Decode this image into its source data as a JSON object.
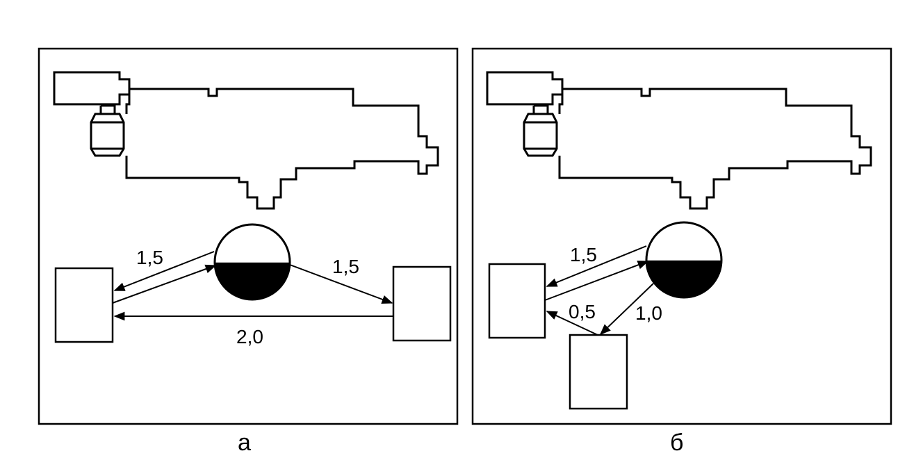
{
  "panels": [
    {
      "caption": "а",
      "labels": [
        "1,5",
        "1,5",
        "2,0"
      ]
    },
    {
      "caption": "б",
      "labels": [
        "1,5",
        "0,5",
        "1,0"
      ]
    }
  ],
  "colors": {
    "stroke": "#000000",
    "fill_dark": "#000000",
    "background": "#ffffff"
  }
}
